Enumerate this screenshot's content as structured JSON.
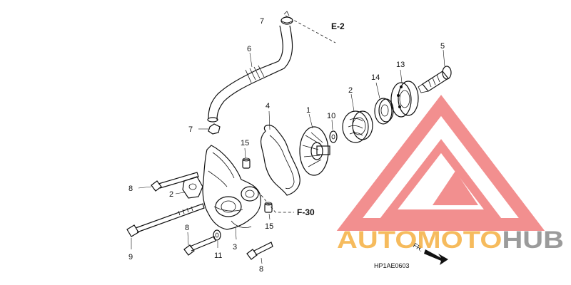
{
  "callouts": [
    {
      "id": "c7a",
      "text": "7"
    },
    {
      "id": "c6",
      "text": "6"
    },
    {
      "id": "c4",
      "text": "4"
    },
    {
      "id": "c1",
      "text": "1"
    },
    {
      "id": "c10",
      "text": "10"
    },
    {
      "id": "c2a",
      "text": "2"
    },
    {
      "id": "c14",
      "text": "14"
    },
    {
      "id": "c13",
      "text": "13"
    },
    {
      "id": "c5",
      "text": "5"
    },
    {
      "id": "c7b",
      "text": "7"
    },
    {
      "id": "c15a",
      "text": "15"
    },
    {
      "id": "c8a",
      "text": "8"
    },
    {
      "id": "c2b",
      "text": "2"
    },
    {
      "id": "c15b",
      "text": "15"
    },
    {
      "id": "c8b",
      "text": "8"
    },
    {
      "id": "c9",
      "text": "9"
    },
    {
      "id": "c11",
      "text": "11"
    },
    {
      "id": "c3",
      "text": "3"
    },
    {
      "id": "c8c",
      "text": "8"
    }
  ],
  "refs": {
    "e2": "E-2",
    "f30": "F-30"
  },
  "diagram_code": "HP1AE0603",
  "watermark": {
    "part1": "AUTO",
    "part2": "MOTO",
    "part3": "HUB",
    "orange": "#f5b041",
    "red": "#ee6a6a",
    "grey": "#8a8a8a"
  }
}
